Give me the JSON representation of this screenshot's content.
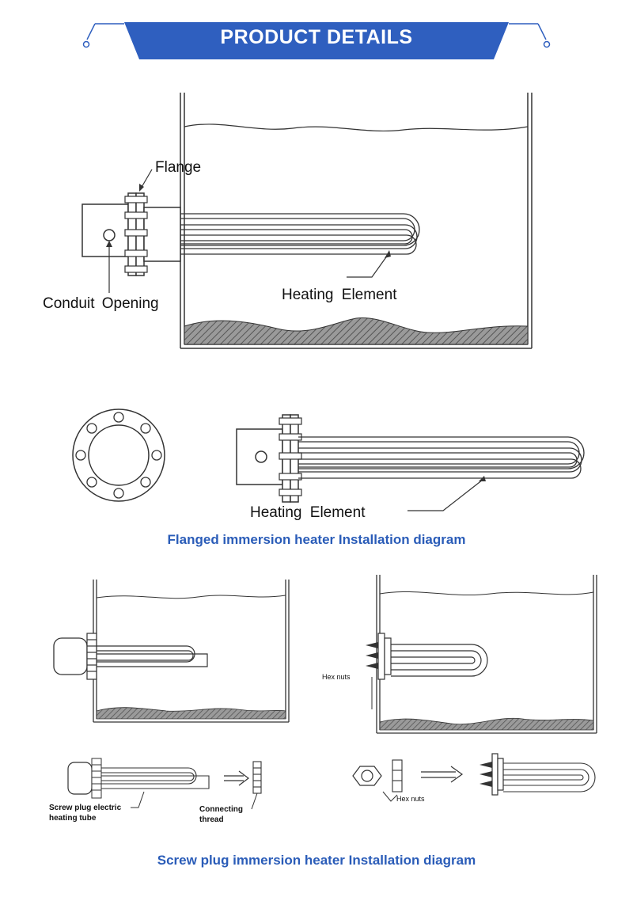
{
  "banner": {
    "title": "PRODUCT DETAILS",
    "color": "#2f5fbf"
  },
  "flanged": {
    "label_flange": "Flange",
    "label_conduit": "Conduit Opening",
    "label_heating_top": "Heating Element",
    "label_heating_bottom": "Heating Element",
    "caption": "Flanged immersion heater Installation diagram"
  },
  "screw": {
    "label_hex_top": "Hex nuts",
    "label_tube_line1": "Screw plug electric",
    "label_tube_line2": "heating tube",
    "label_thread_line1": "Connecting",
    "label_thread_line2": "thread",
    "label_hex_bottom": "Hex nuts",
    "caption": "Screw plug immersion heater Installation diagram"
  },
  "colors": {
    "accent": "#2f5fbf",
    "caption": "#2a5cb8",
    "line": "#333333"
  }
}
